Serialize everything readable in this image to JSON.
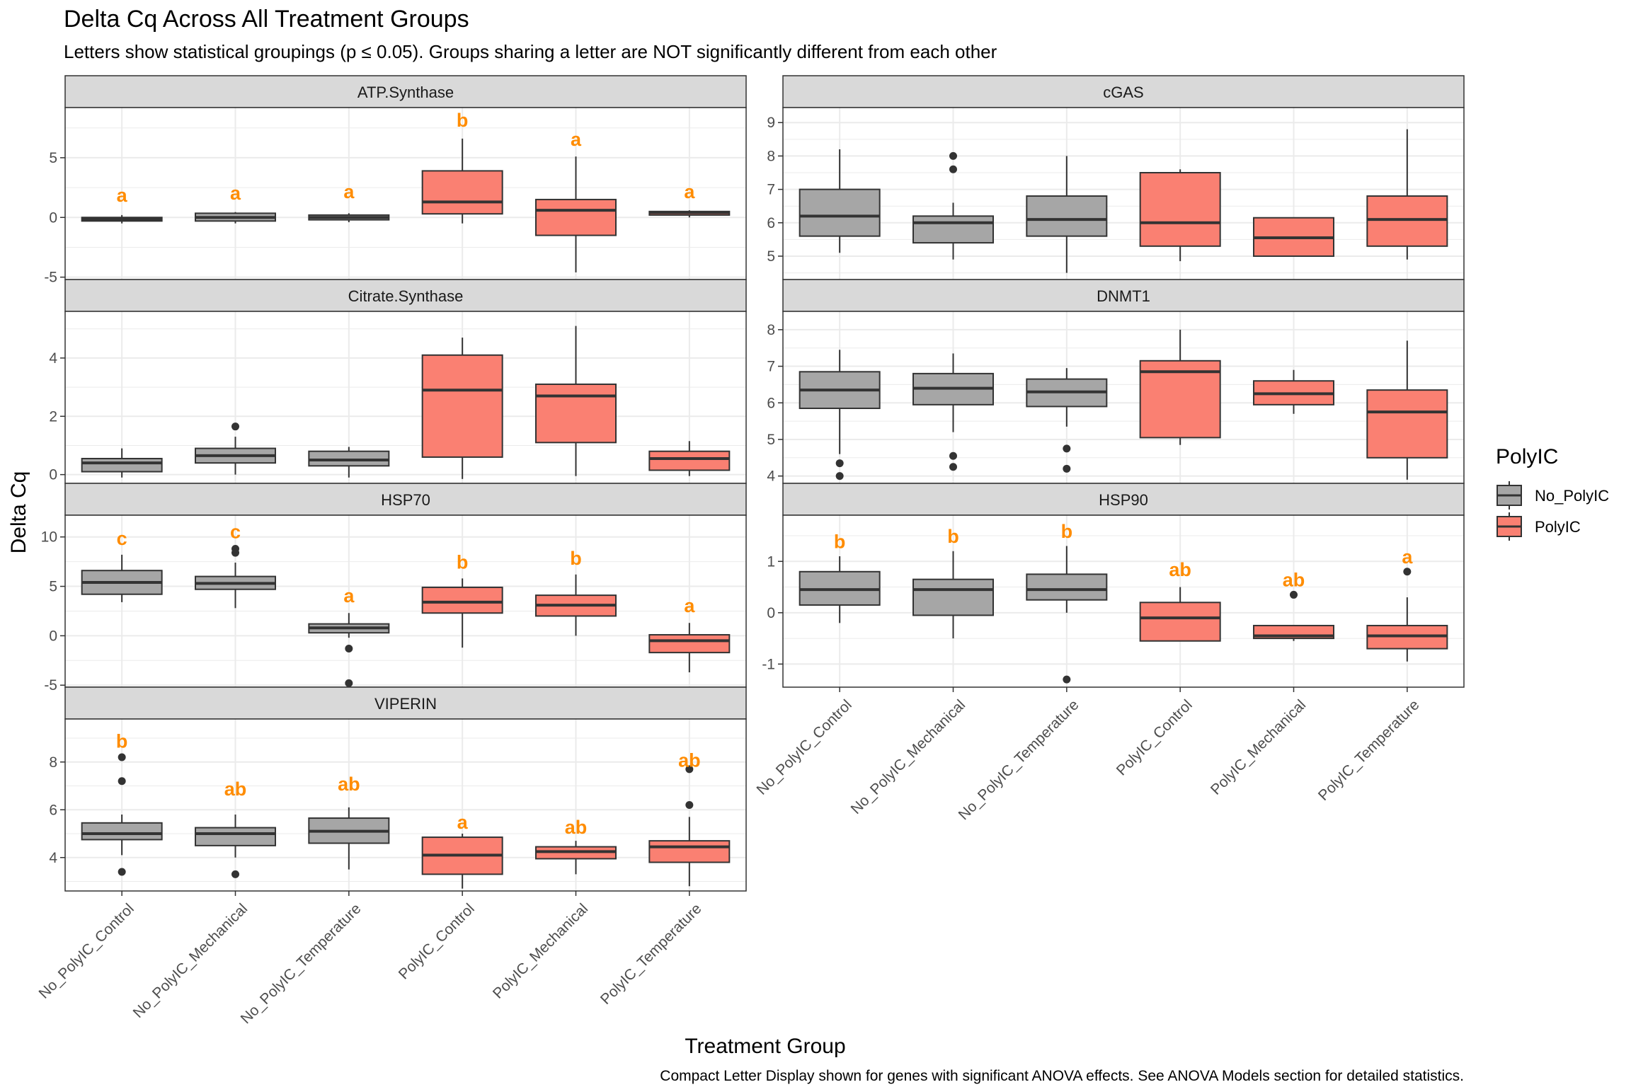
{
  "title": "Delta Cq Across All Treatment Groups",
  "subtitle": "Letters show statistical groupings (p ≤ 0.05). Groups sharing a letter are NOT significantly different from each other",
  "xlabel": "Treatment Group",
  "ylabel": "Delta Cq",
  "caption": "Compact Letter Display shown for genes with significant ANOVA effects. See ANOVA Models section for detailed statistics.",
  "legend": {
    "title": "PolyIC",
    "items": [
      {
        "label": "No_PolyIC",
        "color": "#a6a6a6"
      },
      {
        "label": "PolyIC",
        "color": "#fa8072"
      }
    ]
  },
  "colors": {
    "letter": "#ff8c00",
    "strip": "#d9d9d9",
    "grid": "#ebebeb",
    "median": "#333333"
  },
  "chart_data": {
    "type": "box",
    "categories": [
      "No_PolyIC_Control",
      "No_PolyIC_Mechanical",
      "No_PolyIC_Temperature",
      "PolyIC_Control",
      "PolyIC_Mechanical",
      "PolyIC_Temperature"
    ],
    "fill_group": [
      "No_PolyIC",
      "No_PolyIC",
      "No_PolyIC",
      "PolyIC",
      "PolyIC",
      "PolyIC"
    ],
    "panels": [
      {
        "gene": "ATP.Synthase",
        "ylim": [
          -5.2,
          9.2
        ],
        "yticks": [
          -5,
          0,
          5
        ],
        "tick_labels": [
          "-5",
          "0",
          "5"
        ],
        "boxes": [
          {
            "q1": -0.3,
            "med": -0.15,
            "q3": 0.0,
            "lo": -0.5,
            "hi": 0.2,
            "out": []
          },
          {
            "q1": -0.3,
            "med": 0.0,
            "q3": 0.35,
            "lo": -0.5,
            "hi": 0.45,
            "out": []
          },
          {
            "q1": -0.2,
            "med": 0.0,
            "q3": 0.2,
            "lo": -0.4,
            "hi": 0.35,
            "out": []
          },
          {
            "q1": 0.3,
            "med": 1.3,
            "q3": 3.9,
            "lo": -0.5,
            "hi": 6.6,
            "out": []
          },
          {
            "q1": -1.5,
            "med": 0.6,
            "q3": 1.5,
            "lo": -4.6,
            "hi": 5.1,
            "out": []
          },
          {
            "q1": 0.2,
            "med": 0.4,
            "q3": 0.5,
            "lo": 0.0,
            "hi": 0.6,
            "out": []
          }
        ],
        "letters": [
          "a",
          "a",
          "a",
          "b",
          "a",
          "a"
        ],
        "letter_y": [
          1.9,
          2.1,
          2.2,
          8.2,
          6.6,
          2.2
        ]
      },
      {
        "gene": "cGAS",
        "ylim": [
          4.3,
          9.45
        ],
        "yticks": [
          5,
          6,
          7,
          8,
          9
        ],
        "tick_labels": [
          "5",
          "6",
          "7",
          "8",
          "9"
        ],
        "boxes": [
          {
            "q1": 5.6,
            "med": 6.2,
            "q3": 7.0,
            "lo": 5.1,
            "hi": 8.2,
            "out": []
          },
          {
            "q1": 5.4,
            "med": 6.0,
            "q3": 6.2,
            "lo": 4.9,
            "hi": 6.6,
            "out": [
              7.6,
              8.0
            ]
          },
          {
            "q1": 5.6,
            "med": 6.1,
            "q3": 6.8,
            "lo": 4.5,
            "hi": 8.0,
            "out": []
          },
          {
            "q1": 5.3,
            "med": 6.0,
            "q3": 7.5,
            "lo": 4.85,
            "hi": 7.6,
            "out": []
          },
          {
            "q1": 5.0,
            "med": 5.55,
            "q3": 6.15,
            "lo": 5.0,
            "hi": 6.15,
            "out": []
          },
          {
            "q1": 5.3,
            "med": 6.1,
            "q3": 6.8,
            "lo": 4.9,
            "hi": 8.8,
            "out": []
          }
        ],
        "letters": [],
        "letter_y": []
      },
      {
        "gene": "Citrate.Synthase",
        "ylim": [
          -0.3,
          5.6
        ],
        "yticks": [
          0,
          2,
          4
        ],
        "tick_labels": [
          "0",
          "2",
          "4"
        ],
        "boxes": [
          {
            "q1": 0.1,
            "med": 0.4,
            "q3": 0.55,
            "lo": -0.1,
            "hi": 0.9,
            "out": []
          },
          {
            "q1": 0.4,
            "med": 0.65,
            "q3": 0.9,
            "lo": 0.0,
            "hi": 1.3,
            "out": [
              1.65
            ]
          },
          {
            "q1": 0.3,
            "med": 0.5,
            "q3": 0.8,
            "lo": -0.1,
            "hi": 0.95,
            "out": []
          },
          {
            "q1": 0.6,
            "med": 2.9,
            "q3": 4.1,
            "lo": -0.15,
            "hi": 4.7,
            "out": []
          },
          {
            "q1": 1.1,
            "med": 2.7,
            "q3": 3.1,
            "lo": -0.05,
            "hi": 5.1,
            "out": []
          },
          {
            "q1": 0.15,
            "med": 0.55,
            "q3": 0.8,
            "lo": -0.05,
            "hi": 1.15,
            "out": []
          }
        ],
        "letters": [],
        "letter_y": []
      },
      {
        "gene": "DNMT1",
        "ylim": [
          3.8,
          8.5
        ],
        "yticks": [
          4,
          5,
          6,
          7,
          8
        ],
        "tick_labels": [
          "4",
          "5",
          "6",
          "7",
          "8"
        ],
        "boxes": [
          {
            "q1": 5.85,
            "med": 6.35,
            "q3": 6.85,
            "lo": 4.6,
            "hi": 7.45,
            "out": [
              4.0,
              4.35
            ]
          },
          {
            "q1": 5.95,
            "med": 6.4,
            "q3": 6.8,
            "lo": 5.2,
            "hi": 7.35,
            "out": [
              4.25,
              4.55
            ]
          },
          {
            "q1": 5.9,
            "med": 6.3,
            "q3": 6.65,
            "lo": 5.35,
            "hi": 6.95,
            "out": [
              4.2,
              4.75
            ]
          },
          {
            "q1": 5.05,
            "med": 6.85,
            "q3": 7.15,
            "lo": 4.85,
            "hi": 8.0,
            "out": []
          },
          {
            "q1": 5.95,
            "med": 6.25,
            "q3": 6.6,
            "lo": 5.7,
            "hi": 6.9,
            "out": []
          },
          {
            "q1": 4.5,
            "med": 5.75,
            "q3": 6.35,
            "lo": 3.9,
            "hi": 7.7,
            "out": []
          }
        ],
        "letters": [],
        "letter_y": []
      },
      {
        "gene": "HSP70",
        "ylim": [
          -5.2,
          12.2
        ],
        "yticks": [
          -5,
          0,
          5,
          10
        ],
        "tick_labels": [
          "-5",
          "0",
          "5",
          "10"
        ],
        "boxes": [
          {
            "q1": 4.2,
            "med": 5.4,
            "q3": 6.6,
            "lo": 3.4,
            "hi": 8.2,
            "out": []
          },
          {
            "q1": 4.7,
            "med": 5.3,
            "q3": 6.0,
            "lo": 2.8,
            "hi": 7.4,
            "out": [
              8.4,
              8.8
            ]
          },
          {
            "q1": 0.3,
            "med": 0.8,
            "q3": 1.2,
            "lo": -0.2,
            "hi": 2.3,
            "out": [
              -1.3,
              -4.8
            ]
          },
          {
            "q1": 2.3,
            "med": 3.4,
            "q3": 4.9,
            "lo": -1.2,
            "hi": 5.8,
            "out": []
          },
          {
            "q1": 2.0,
            "med": 3.1,
            "q3": 4.1,
            "lo": 0.0,
            "hi": 6.2,
            "out": []
          },
          {
            "q1": -1.7,
            "med": -0.5,
            "q3": 0.1,
            "lo": -3.7,
            "hi": 1.3,
            "out": []
          }
        ],
        "letters": [
          "c",
          "c",
          "a",
          "b",
          "b",
          "a"
        ],
        "letter_y": [
          9.9,
          10.6,
          4.1,
          7.5,
          7.9,
          3.1
        ]
      },
      {
        "gene": "HSP90",
        "ylim": [
          -1.45,
          1.9
        ],
        "yticks": [
          -1,
          0,
          1
        ],
        "tick_labels": [
          "-1",
          "0",
          "1"
        ],
        "boxes": [
          {
            "q1": 0.15,
            "med": 0.45,
            "q3": 0.8,
            "lo": -0.2,
            "hi": 1.1,
            "out": []
          },
          {
            "q1": -0.05,
            "med": 0.45,
            "q3": 0.65,
            "lo": -0.5,
            "hi": 1.2,
            "out": []
          },
          {
            "q1": 0.25,
            "med": 0.45,
            "q3": 0.75,
            "lo": 0.0,
            "hi": 1.3,
            "out": [
              -1.3
            ]
          },
          {
            "q1": -0.55,
            "med": -0.1,
            "q3": 0.2,
            "lo": -0.55,
            "hi": 0.5,
            "out": []
          },
          {
            "q1": -0.5,
            "med": -0.45,
            "q3": -0.25,
            "lo": -0.55,
            "hi": -0.25,
            "out": [
              0.35
            ]
          },
          {
            "q1": -0.7,
            "med": -0.45,
            "q3": -0.25,
            "lo": -0.95,
            "hi": 0.3,
            "out": [
              0.8
            ]
          }
        ],
        "letters": [
          "b",
          "b",
          "b",
          "ab",
          "ab",
          "a"
        ],
        "letter_y": [
          1.4,
          1.5,
          1.6,
          0.85,
          0.65,
          1.1
        ]
      },
      {
        "gene": "VIPERIN",
        "ylim": [
          2.6,
          9.8
        ],
        "yticks": [
          4,
          6,
          8
        ],
        "tick_labels": [
          "4",
          "6",
          "8"
        ],
        "boxes": [
          {
            "q1": 4.75,
            "med": 5.0,
            "q3": 5.45,
            "lo": 4.1,
            "hi": 5.8,
            "out": [
              3.4,
              7.2,
              8.2
            ]
          },
          {
            "q1": 4.5,
            "med": 5.0,
            "q3": 5.25,
            "lo": 4.0,
            "hi": 5.8,
            "out": [
              3.3
            ]
          },
          {
            "q1": 4.6,
            "med": 5.1,
            "q3": 5.65,
            "lo": 3.5,
            "hi": 6.1,
            "out": []
          },
          {
            "q1": 3.3,
            "med": 4.1,
            "q3": 4.85,
            "lo": 2.7,
            "hi": 5.0,
            "out": []
          },
          {
            "q1": 3.95,
            "med": 4.25,
            "q3": 4.45,
            "lo": 3.3,
            "hi": 4.7,
            "out": []
          },
          {
            "q1": 3.8,
            "med": 4.45,
            "q3": 4.7,
            "lo": 2.8,
            "hi": 5.7,
            "out": [
              6.2,
              7.7
            ]
          }
        ],
        "letters": [
          "b",
          "ab",
          "ab",
          "a",
          "ab",
          "ab"
        ],
        "letter_y": [
          8.9,
          6.9,
          7.1,
          5.5,
          5.3,
          8.1
        ]
      }
    ]
  }
}
